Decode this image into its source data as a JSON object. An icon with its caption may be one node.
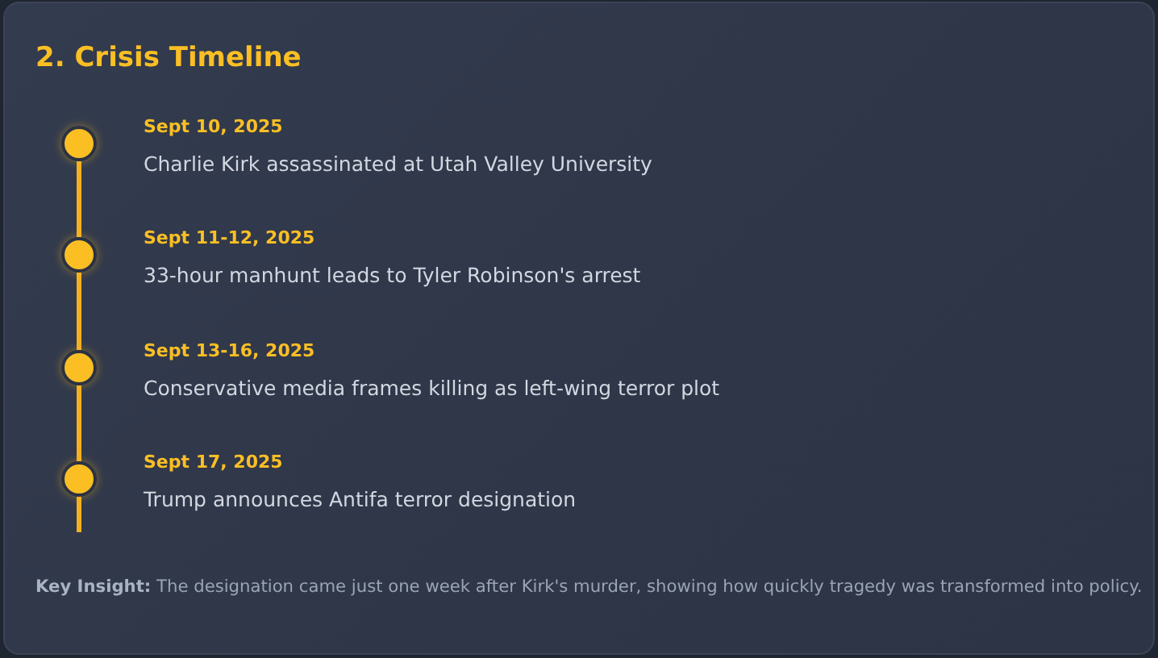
{
  "diagram": {
    "title": "2. Crisis Timeline",
    "nodes": [
      {
        "text": [],
        "shape": "circle",
        "beside": [
          "Sept 10, 2025",
          "Charlie Kirk assassinated at Utah Valley University"
        ]
      },
      {
        "text": [],
        "shape": "circle",
        "beside": [
          "Sept 11-12, 2025",
          "33-hour manhunt leads to Tyler Robinson's arrest"
        ]
      },
      {
        "text": [],
        "shape": "circle",
        "beside": [
          "Sept 13-16, 2025",
          "Conservative media frames killing as left-wing terror plot"
        ]
      },
      {
        "text": [],
        "shape": "circle",
        "beside": [
          "Sept 17, 2025",
          "Trump announces Antifa terror designation"
        ]
      }
    ],
    "edges": [
      {
        "from": 0,
        "to": 1,
        "arrow": "none"
      },
      {
        "from": 1,
        "to": 2,
        "arrow": "none"
      },
      {
        "from": 2,
        "to": 3,
        "arrow": "none"
      },
      {
        "from": 3,
        "to": null,
        "arrow": "none"
      }
    ],
    "labels": [
      "**Key Insight:** The designation came just one week after Kirk's murder, showing how quickly tragedy was transformed into policy."
    ]
  }
}
